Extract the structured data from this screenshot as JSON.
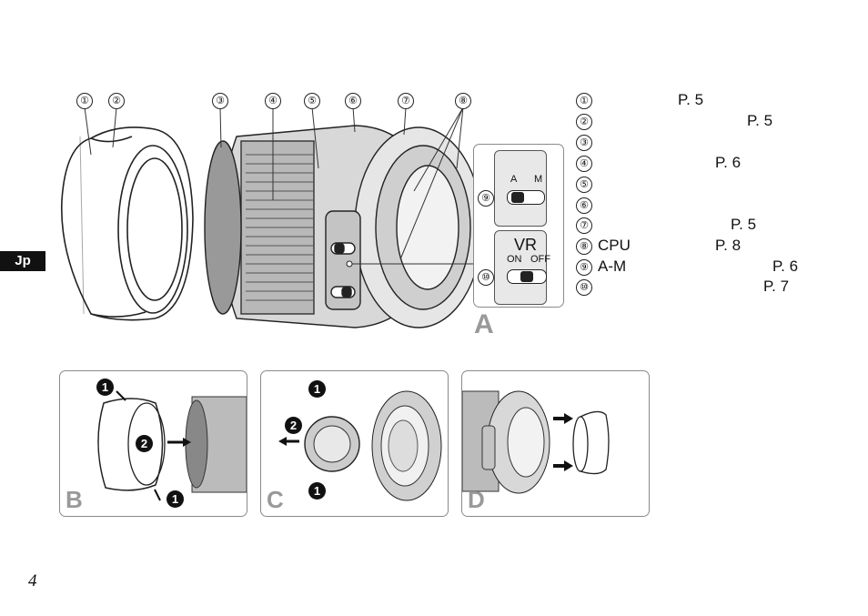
{
  "language_tab": "Jp",
  "page_number": "4",
  "callouts_top": [
    "①",
    "②",
    "③",
    "④",
    "⑤",
    "⑥",
    "⑦",
    "⑧"
  ],
  "callouts_inset": [
    "⑨",
    "⑩"
  ],
  "legend": [
    {
      "num": "①",
      "label": "",
      "page": "P. 5"
    },
    {
      "num": "②",
      "label": "",
      "page": "P. 5"
    },
    {
      "num": "③",
      "label": "",
      "page": ""
    },
    {
      "num": "④",
      "label": "",
      "page": "P. 6"
    },
    {
      "num": "⑤",
      "label": "",
      "page": ""
    },
    {
      "num": "⑥",
      "label": "",
      "page": ""
    },
    {
      "num": "⑦",
      "label": "",
      "page": "P. 5"
    },
    {
      "num": "⑧",
      "label": "CPU",
      "page": "P. 8"
    },
    {
      "num": "⑨",
      "label": "A-M",
      "page": "P. 6"
    },
    {
      "num": "⑩",
      "label": "",
      "page": "P. 7"
    }
  ],
  "figure_a": {
    "letter": "A",
    "switch_am": {
      "left": "A",
      "right": "M"
    },
    "switch_vr": {
      "title": "VR",
      "left": "ON",
      "right": "OFF"
    }
  },
  "panels": [
    {
      "letter": "B",
      "steps": [
        "1",
        "2",
        "1"
      ]
    },
    {
      "letter": "C",
      "steps": [
        "1",
        "2",
        "1"
      ]
    },
    {
      "letter": "D",
      "steps": []
    }
  ]
}
